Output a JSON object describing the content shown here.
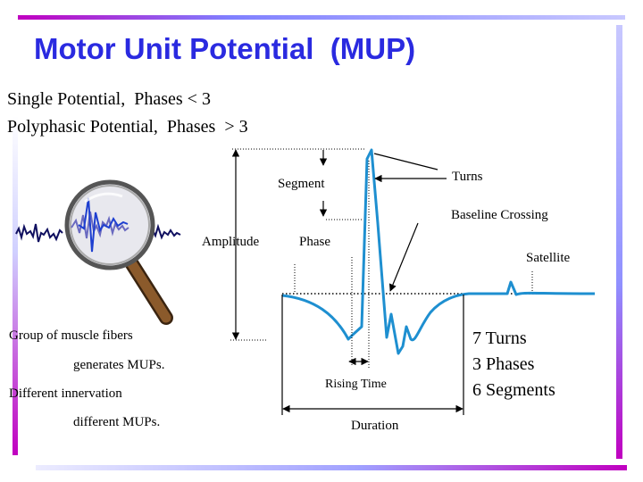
{
  "title": "Motor Unit Potential  (MUP)",
  "lines": {
    "single": "Single Potential,  Phases < 3",
    "poly": "Polyphasic Potential,  Phases  > 3"
  },
  "labels": {
    "segment": "Segment",
    "turns": "Turns",
    "baseline_crossing": "Baseline Crossing",
    "amplitude": "Amplitude",
    "phase": "Phase",
    "satellite": "Satellite",
    "rising_time": "Rising Time",
    "duration": "Duration"
  },
  "left_notes": {
    "line1": "Group of muscle fibers",
    "line2": "generates MUPs.",
    "line3": "Different innervation",
    "line4": "different MUPs."
  },
  "summary": {
    "turns": "7  Turns",
    "phases": "3  Phases",
    "segments": "6  Segments"
  },
  "colors": {
    "title": "#2a2ae0",
    "waveform": "#1e8fd0",
    "magnifier_handle": "#8b5a2b"
  }
}
